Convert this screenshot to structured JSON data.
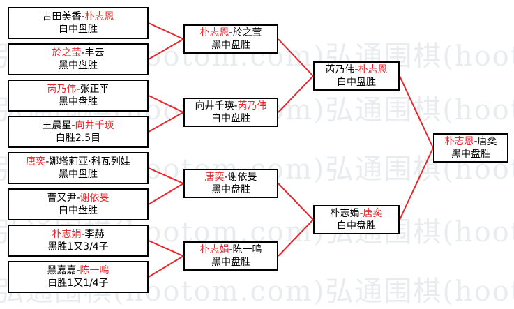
{
  "watermark": "弘通围棋(hootom.com)弘通围棋(hootom.com)",
  "colors": {
    "winner": "#e8262b",
    "line": "#e8262b",
    "border": "#000000"
  },
  "rounds": [
    [
      {
        "p1": "吉田美香",
        "p2": "朴志恩",
        "winner": 2,
        "result": "白中盘胜"
      },
      {
        "p1": "於之莹",
        "p2": "丰云",
        "winner": 1,
        "result": "黑中盘胜"
      },
      {
        "p1": "芮乃伟",
        "p2": "张正平",
        "winner": 1,
        "result": "黑中盘胜"
      },
      {
        "p1": "王晨星",
        "p2": "向井千瑛",
        "winner": 2,
        "result": "白胜2.5目"
      },
      {
        "p1": "唐奕",
        "p2": "娜塔莉亚·科瓦列娃",
        "winner": 1,
        "result": "黑中盘胜"
      },
      {
        "p1": "曹又尹",
        "p2": "谢依旻",
        "winner": 2,
        "result": "白中盘胜"
      },
      {
        "p1": "朴志娟",
        "p2": "李赫",
        "winner": 1,
        "result": "黑胜1又3/4子"
      },
      {
        "p1": "黑嘉嘉",
        "p2": "陈一鸣",
        "winner": 2,
        "result": "白胜1又1/4子"
      }
    ],
    [
      {
        "p1": "朴志恩",
        "p2": "於之莹",
        "winner": 1,
        "result": "黑中盘胜"
      },
      {
        "p1": "向井千瑛",
        "p2": "芮乃伟",
        "winner": 2,
        "result": "白中盘胜"
      },
      {
        "p1": "唐奕",
        "p2": "谢依旻",
        "winner": 1,
        "result": "黑中盘胜"
      },
      {
        "p1": "朴志娟",
        "p2": "陈一鸣",
        "winner": 1,
        "result": "黑中盘胜"
      }
    ],
    [
      {
        "p1": "芮乃伟",
        "p2": "朴志恩",
        "winner": 2,
        "result": "白中盘胜"
      },
      {
        "p1": "朴志娟",
        "p2": "唐奕",
        "winner": 2,
        "result": "白中盘胜"
      }
    ],
    [
      {
        "p1": "朴志恩",
        "p2": "唐奕",
        "winner": 1,
        "result": "黑中盘胜"
      }
    ]
  ]
}
